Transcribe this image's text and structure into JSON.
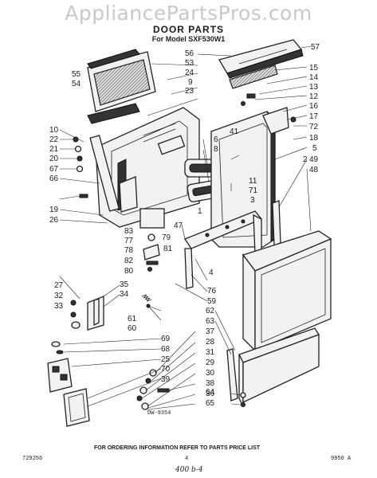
{
  "watermark": "AppliancePartsPros.com",
  "title": "DOOR PARTS",
  "subtitle": "For Model SXF530W1",
  "diagram_code": "DW-9354",
  "footer": {
    "ordering_note": "FOR ORDERING INFORMATION REFER TO PARTS PRICE LIST",
    "left_code": "729256",
    "page_number": "4",
    "right_code": "9950 A",
    "handwritten": "400 b-4"
  },
  "callouts": [
    "57",
    "56",
    "53",
    "24",
    "9",
    "23",
    "55",
    "54",
    "15",
    "14",
    "13",
    "12",
    "16",
    "17",
    "72",
    "18",
    "5",
    "10",
    "22",
    "21",
    "20",
    "67",
    "66",
    "41",
    "6",
    "8",
    "2",
    "11",
    "71",
    "3",
    "49",
    "48",
    "47",
    "1",
    "19",
    "26",
    "83",
    "77",
    "78",
    "82",
    "80",
    "79",
    "81",
    "4",
    "76",
    "59",
    "27",
    "32",
    "33",
    "35",
    "34",
    "61",
    "60",
    "69",
    "68",
    "25",
    "70",
    "39",
    "62",
    "63",
    "37",
    "28",
    "31",
    "29",
    "30",
    "38",
    "36",
    "64",
    "65"
  ]
}
